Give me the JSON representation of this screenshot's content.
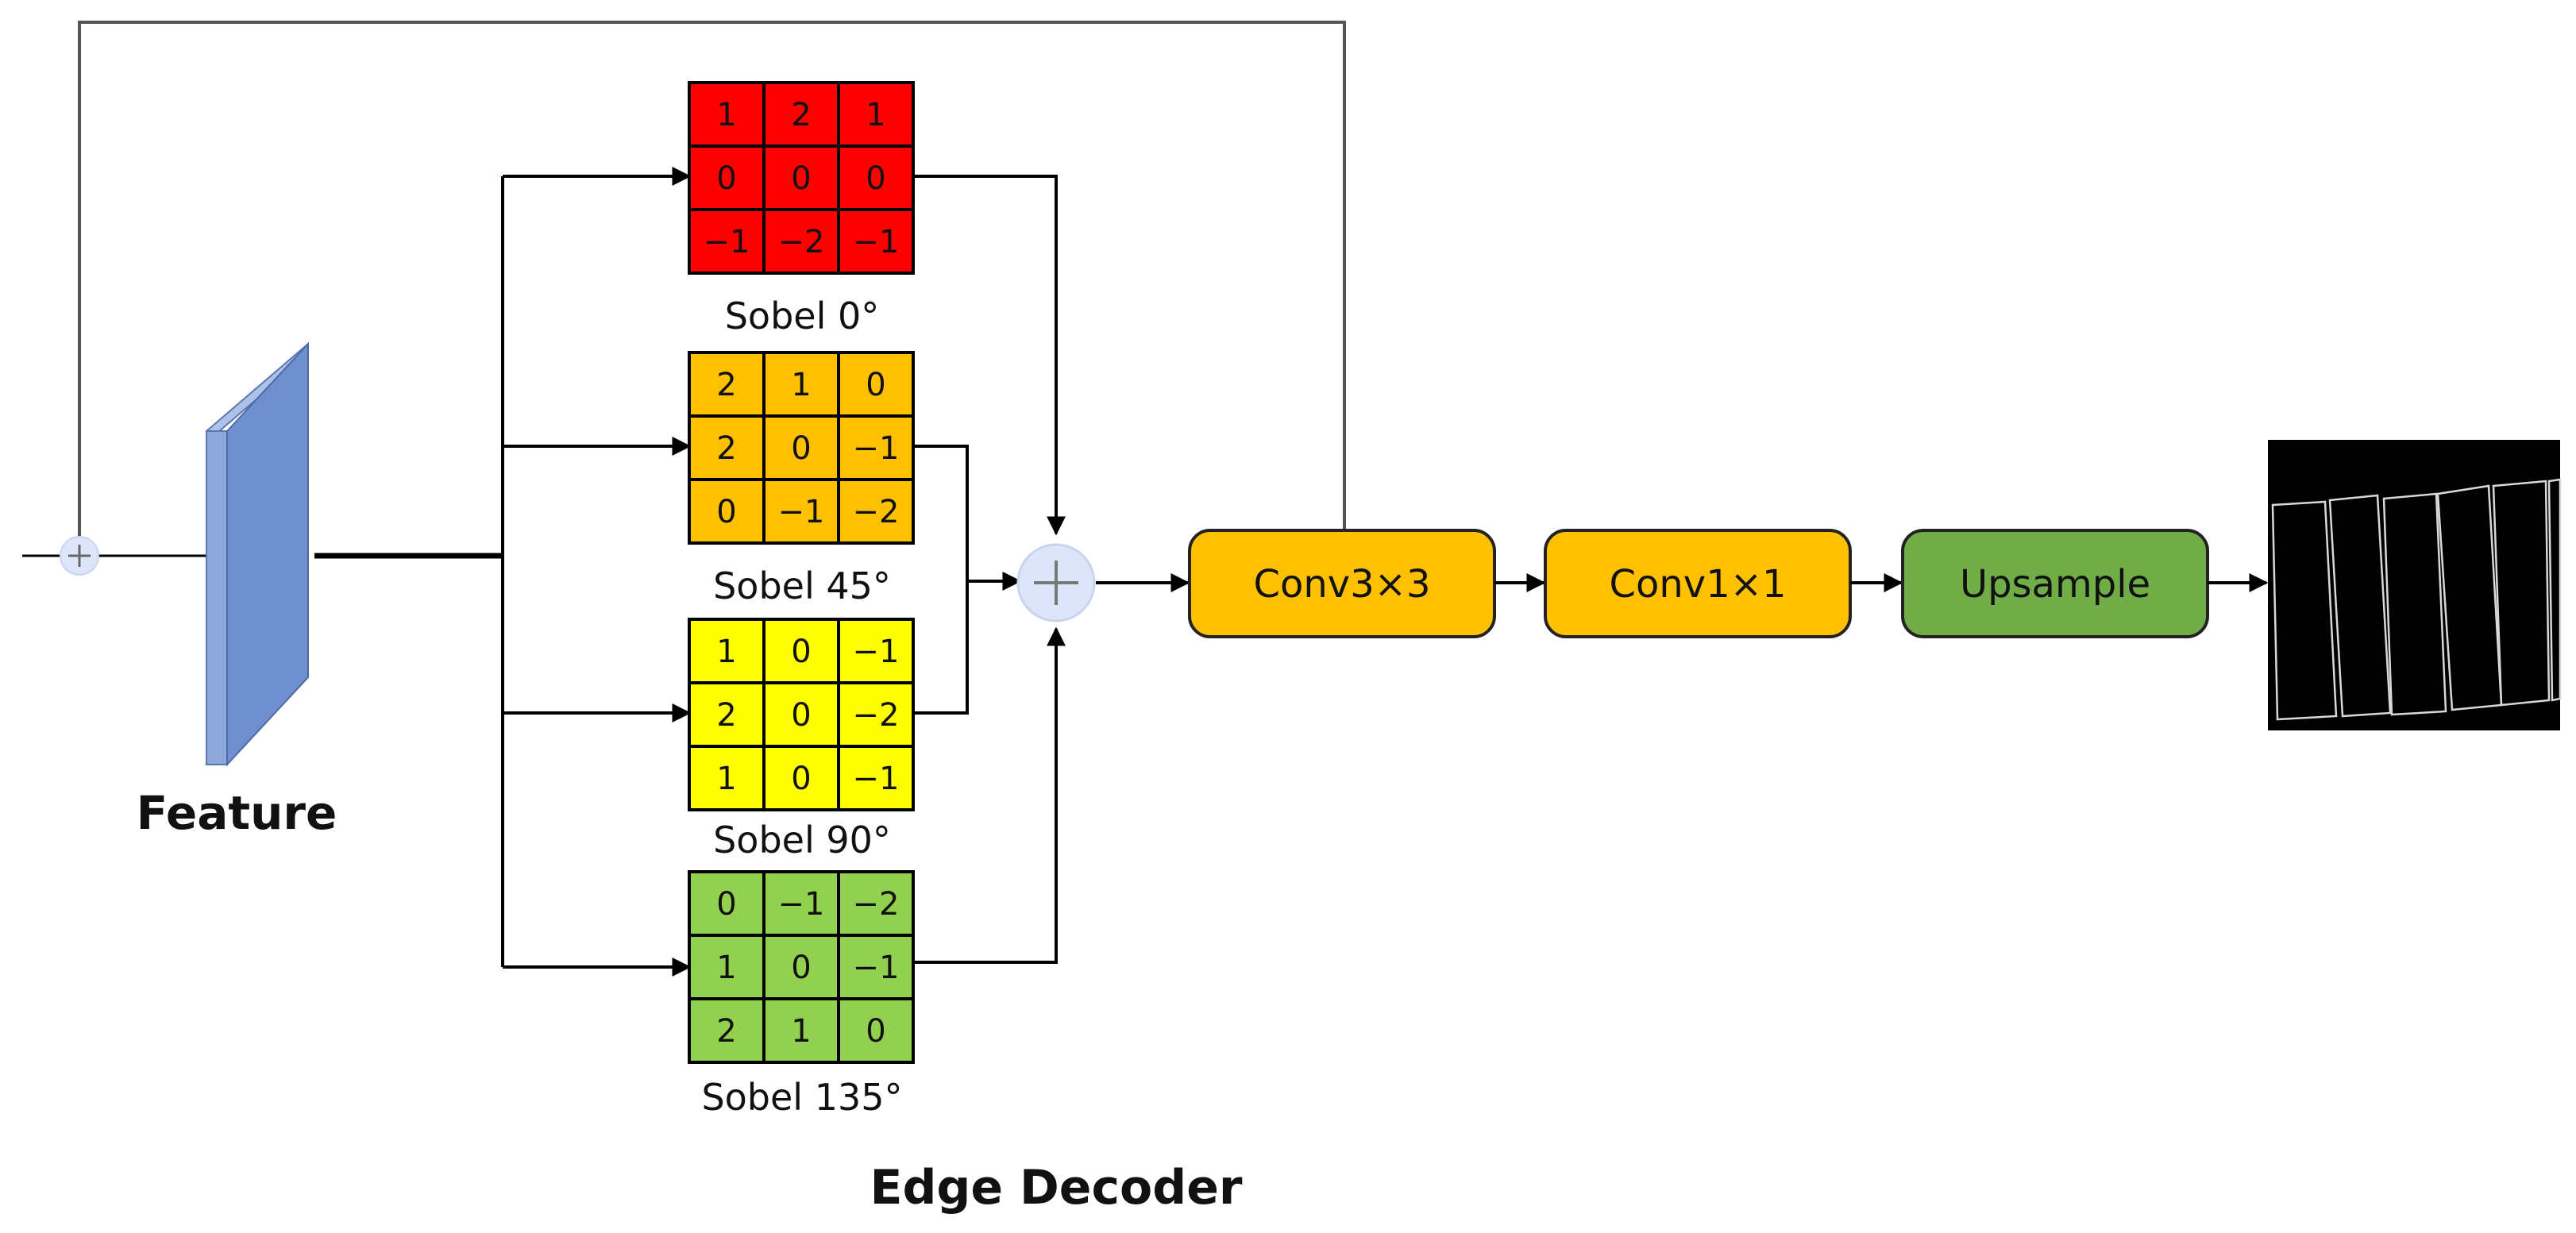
{
  "feature_label": "Feature",
  "edge_decoder_label": "Edge Decoder",
  "kernels": [
    {
      "name": "Sobel 0°",
      "color": "#ff0000",
      "rows": [
        [
          "1",
          "2",
          "1"
        ],
        [
          "0",
          "0",
          "0"
        ],
        [
          "−1",
          "−2",
          "−1"
        ]
      ]
    },
    {
      "name": "Sobel 45°",
      "color": "#ffc000",
      "rows": [
        [
          "2",
          "1",
          "0"
        ],
        [
          "2",
          "0",
          "−1"
        ],
        [
          "0",
          "−1",
          "−2"
        ]
      ]
    },
    {
      "name": "Sobel 90°",
      "color": "#ffff00",
      "rows": [
        [
          "1",
          "0",
          "−1"
        ],
        [
          "2",
          "0",
          "−2"
        ],
        [
          "1",
          "0",
          "−1"
        ]
      ]
    },
    {
      "name": "Sobel 135°",
      "color": "#92d050",
      "rows": [
        [
          "0",
          "−1",
          "−2"
        ],
        [
          "1",
          "0",
          "−1"
        ],
        [
          "2",
          "1",
          "0"
        ]
      ]
    }
  ],
  "blocks": [
    {
      "label": "Conv3×3",
      "color": "#ffc000"
    },
    {
      "label": "Conv1×1",
      "color": "#ffc000"
    },
    {
      "label": "Upsample",
      "color": "#70ad47"
    }
  ],
  "colors": {
    "feature_face": "#6f8fce",
    "feature_side": "#aec2e8",
    "sum_node": "#dde6f8",
    "line": "#000000",
    "skip_line": "#555555"
  }
}
